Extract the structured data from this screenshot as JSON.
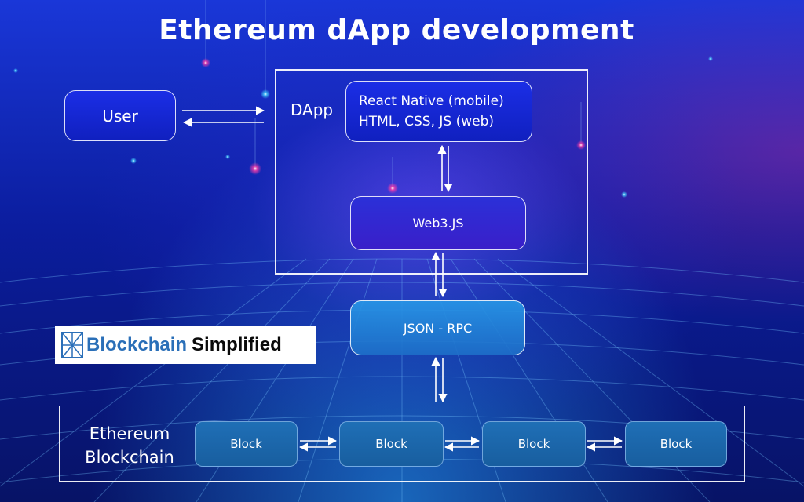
{
  "title": "Ethereum dApp development",
  "nodes": {
    "user": "User",
    "dapp_label": "DApp",
    "frontend_line1": "React Native (mobile)",
    "frontend_line2": "HTML, CSS, JS (web)",
    "web3": "Web3.JS",
    "jsonrpc": "JSON - RPC",
    "blockchain_line1": "Ethereum",
    "blockchain_line2": "Blockchain",
    "blocks": [
      "Block",
      "Block",
      "Block",
      "Block"
    ]
  },
  "logo": {
    "word1": "Blockchain",
    "word2": "Simplified"
  },
  "colors": {
    "logo_blue": "#2a6fb8",
    "block_fill": "#1f6fb6",
    "node_fill": "#1b2ee6"
  }
}
